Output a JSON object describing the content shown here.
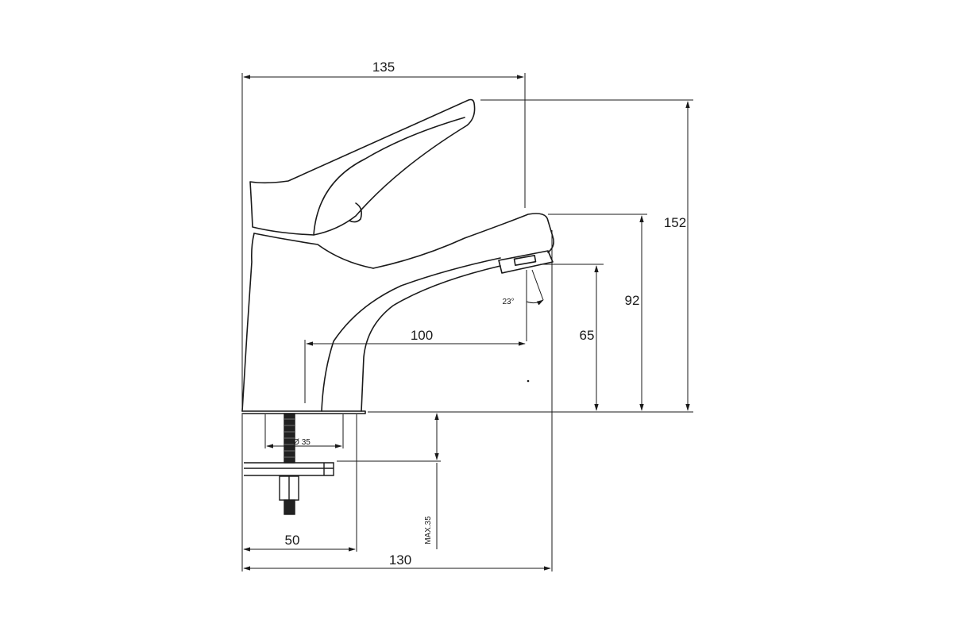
{
  "dimensions": {
    "total_width_top": "135",
    "total_height": "152",
    "spout_height": "92",
    "aerator_height": "65",
    "spout_reach": "100",
    "base_width": "50",
    "total_width_bottom": "130",
    "stem_diameter": "Ø 35",
    "max_deck": "MAX.35",
    "spray_angle": "23°"
  },
  "colors": {
    "line": "#1a1a1a",
    "background": "#ffffff"
  }
}
